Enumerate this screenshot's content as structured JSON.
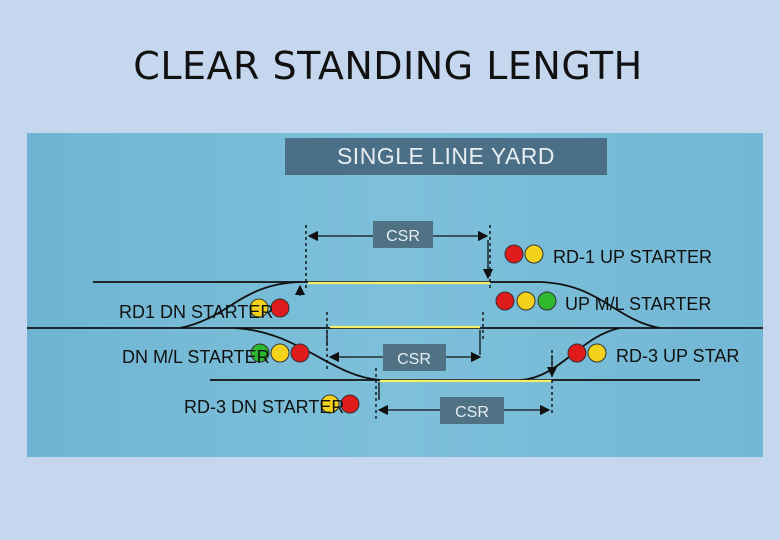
{
  "slide": {
    "title": "CLEAR STANDING LENGTH"
  },
  "diagram": {
    "yard_title": "SINGLE LINE YARD",
    "csr_labels": [
      "CSR",
      "CSR",
      "CSR"
    ],
    "signals": [
      {
        "label": "RD-1 UP STARTER",
        "lights": [
          "red",
          "yellow"
        ]
      },
      {
        "label": "UP M/L STARTER",
        "lights": [
          "red",
          "yellow",
          "green"
        ]
      },
      {
        "label": "RD1 DN STARTER",
        "lights": [
          "yellow",
          "red"
        ]
      },
      {
        "label": "DN M/L STARTER",
        "lights": [
          "green",
          "yellow",
          "red"
        ]
      },
      {
        "label": "RD-3 UP STAR",
        "lights": [
          "red",
          "yellow"
        ]
      },
      {
        "label": "RD-3 DN STARTER",
        "lights": [
          "yellow",
          "red"
        ]
      }
    ],
    "colors": {
      "red": "#e01b1b",
      "yellow": "#f2d21a",
      "green": "#2db82d",
      "clear_line": "#f4f06a",
      "track": "#111111"
    }
  }
}
